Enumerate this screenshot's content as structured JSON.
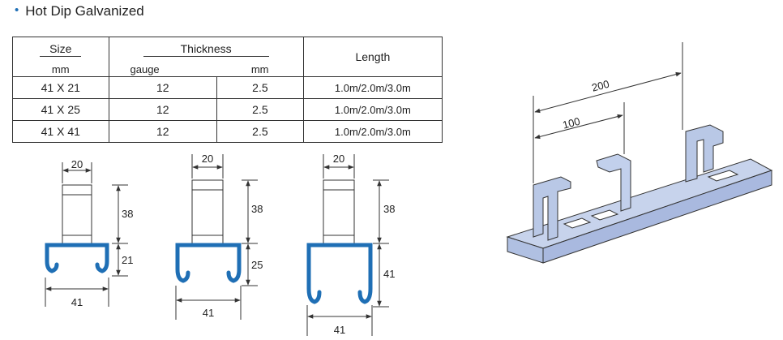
{
  "heading": "Hot Dip Galvanized",
  "table": {
    "size_label": "Size",
    "size_unit": "mm",
    "thickness_label": "Thickness",
    "gauge_label": "gauge",
    "mm_label": "mm",
    "length_label": "Length",
    "rows": [
      {
        "size": "41 X 21",
        "gauge": "12",
        "mm": "2.5",
        "length": "1.0m/2.0m/3.0m"
      },
      {
        "size": "41 X 25",
        "gauge": "12",
        "mm": "2.5",
        "length": "1.0m/2.0m/3.0m"
      },
      {
        "size": "41 X 41",
        "gauge": "12",
        "mm": "2.5",
        "length": "1.0m/2.0m/3.0m"
      }
    ]
  },
  "profiles": [
    {
      "width_top": "20",
      "height_upper": "38",
      "height_lower": "21",
      "width_bottom": "41"
    },
    {
      "width_top": "20",
      "height_upper": "38",
      "height_lower": "25",
      "width_bottom": "41"
    },
    {
      "width_top": "20",
      "height_upper": "38",
      "height_lower": "41",
      "width_bottom": "41"
    }
  ],
  "iso": {
    "dim_long": "200",
    "dim_short": "100"
  },
  "colors": {
    "channel_blue": "#1f6fb5",
    "iso_fill": "#b9c8e6",
    "line": "#333333"
  }
}
